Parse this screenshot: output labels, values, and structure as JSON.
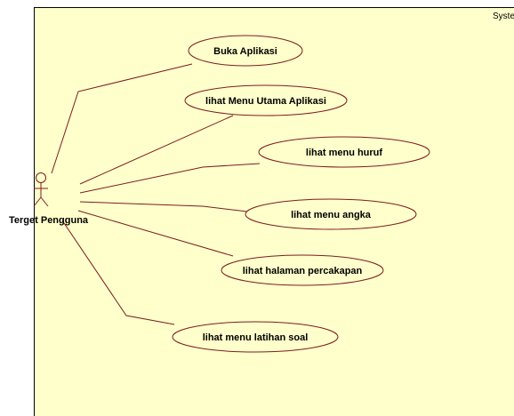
{
  "colors": {
    "boundary_fill": "#FFFFCC",
    "ellipse_fill": "#FFFFCC",
    "stroke": "#7A1E1E"
  },
  "system": {
    "label": "Syste"
  },
  "actor": {
    "name": "Terget Pengguna"
  },
  "use_cases": [
    {
      "id": "buka-aplikasi",
      "label": "Buka Aplikasi"
    },
    {
      "id": "lihat-menu-utama",
      "label": "lihat Menu Utama Aplikasi"
    },
    {
      "id": "lihat-menu-huruf",
      "label": "lihat menu huruf"
    },
    {
      "id": "lihat-menu-angka",
      "label": "lihat menu angka"
    },
    {
      "id": "lihat-halaman-percakapan",
      "label": "lihat halaman percakapan"
    },
    {
      "id": "lihat-menu-latihan-soal",
      "label": "lihat menu latihan soal"
    }
  ]
}
